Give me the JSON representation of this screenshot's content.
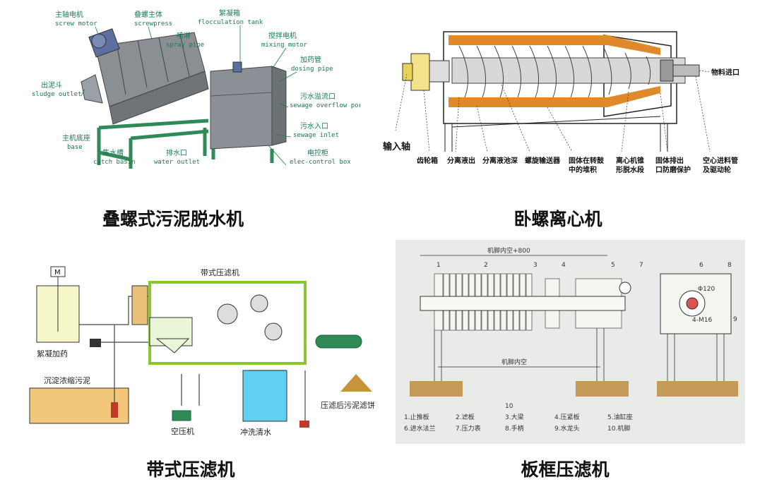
{
  "captions": {
    "screw_press": "叠螺式污泥脱水机",
    "centrifuge": "卧螺离心机",
    "belt_press": "带式压滤机",
    "plate_frame": "板框压滤机"
  },
  "screw_press": {
    "labels": [
      {
        "cn": "主轴电机",
        "en": "screw motor"
      },
      {
        "cn": "叠螺主体",
        "en": "screwpress"
      },
      {
        "cn": "絮凝箱",
        "en": "flocculation tank"
      },
      {
        "cn": "喷淋",
        "en": "spray pipe"
      },
      {
        "cn": "搅拌电机",
        "en": "mixing motor"
      },
      {
        "cn": "加药管",
        "en": "dosing pipe"
      },
      {
        "cn": "出泥斗",
        "en": "sludge outlet"
      },
      {
        "cn": "污水溢流口",
        "en": "sewage overflow port"
      },
      {
        "cn": "污水入口",
        "en": "sewage inlet"
      },
      {
        "cn": "主机底座",
        "en": "base"
      },
      {
        "cn": "集水槽",
        "en": "catch basin"
      },
      {
        "cn": "排水口",
        "en": "water outlet"
      },
      {
        "cn": "电控柜",
        "en": "elec-control box"
      }
    ]
  },
  "centrifuge": {
    "labels": {
      "input_shaft": "输入轴",
      "material_inlet": "物料进口",
      "gearbox": "齿轮箱",
      "liquid_out": "分离液出",
      "pool_depth": "分离液池深",
      "screw_conveyor": "螺旋输送器",
      "solids_1": "固体在转鼓",
      "solids_2": "中的堆积",
      "cone_1": "离心机锥",
      "cone_2": "形脱水段",
      "solid_out_1": "固体排出",
      "solid_out_2": "口防磨保护",
      "hollow_1": "空心进料管",
      "hollow_2": "及驱动轮"
    }
  },
  "belt_press": {
    "labels": {
      "title": "带式压滤机",
      "flocculant": "絮凝加药",
      "settled_sludge": "沉淀浓缩污泥",
      "air_compressor": "空压机",
      "wash_water": "冲洗清水",
      "cake": "压滤后污泥滤饼",
      "motor_m": "M"
    }
  },
  "plate_frame": {
    "dims": {
      "top": "机脚内空+800",
      "inner": "机脚内空",
      "diameter": "Φ120",
      "bolt": "4-M16"
    },
    "callouts": [
      "1",
      "2",
      "3",
      "4",
      "5",
      "6",
      "7",
      "8",
      "9",
      "10"
    ],
    "legend": [
      "1.止推板",
      "2.滤板",
      "3.大梁",
      "4.压紧板",
      "5.油缸座",
      "6.进水法兰",
      "7.压力表",
      "8.手柄",
      "9.水龙头",
      "10.机脚"
    ]
  }
}
